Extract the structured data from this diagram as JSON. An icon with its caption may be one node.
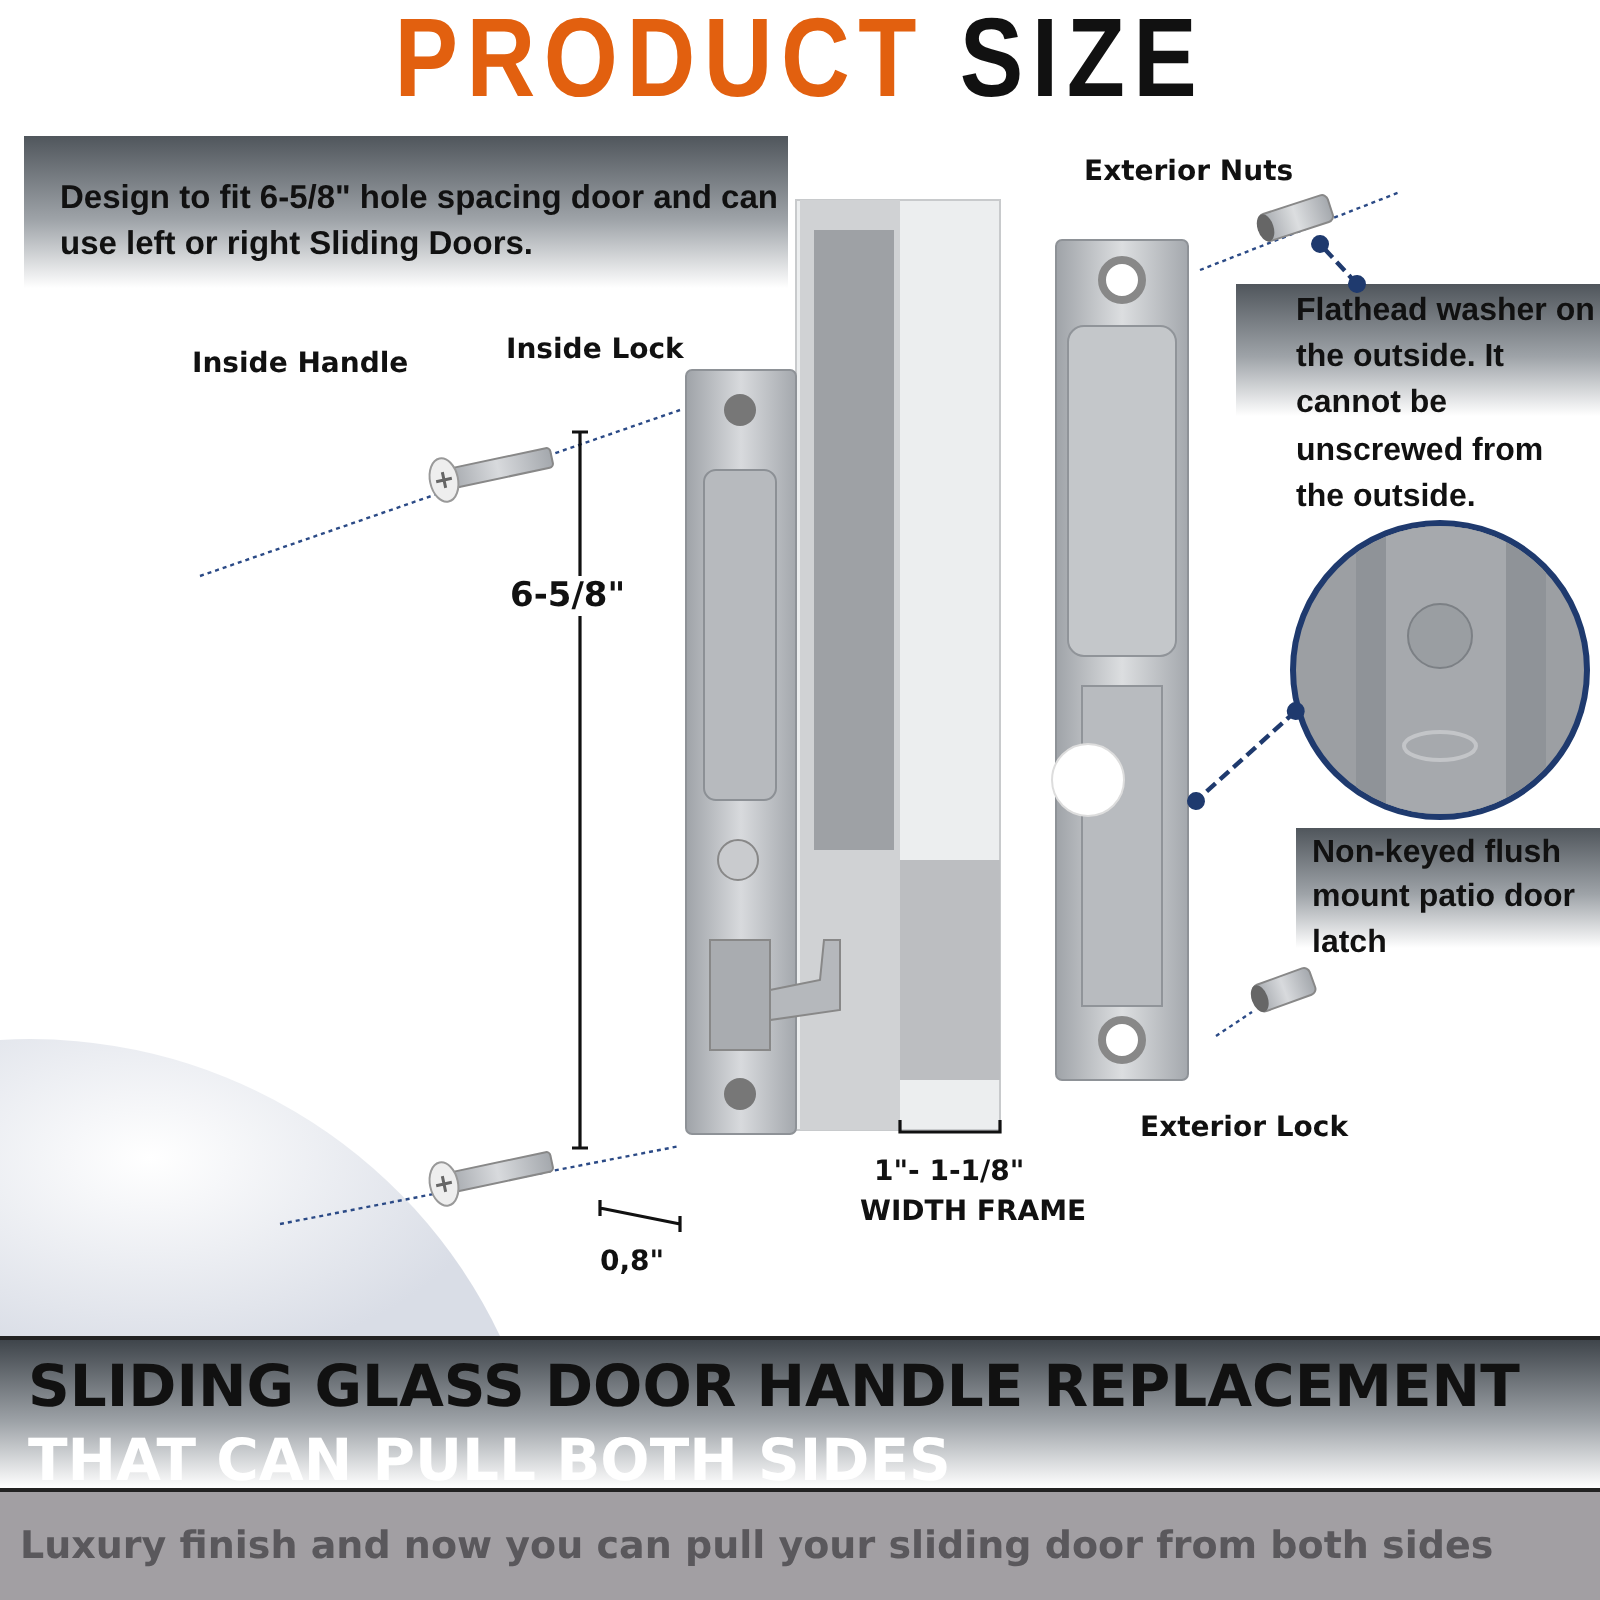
{
  "diagram": {
    "title": "PRODUCT SIZE",
    "nodes": [
      {
        "text": [
          "Design to fit 6-5/8\" hole spacing door and can use left or right Sliding Doors."
        ]
      },
      {
        "text": [
          "Flathead washer on the outside. It cannot be unscrewed from the outside."
        ]
      },
      {
        "text": [],
        "shape": "picture"
      },
      {
        "text": [],
        "shape": "circle"
      },
      {
        "text": [
          "Non-keyed flush mount patio door latch"
        ]
      },
      {
        "text": [],
        "shape": "picture"
      },
      {
        "text": [
          "SLIDING GLASS DOOR HANDLE REPLACEMENT",
          "THAT CAN PULL BOTH SIDES"
        ]
      },
      {
        "text": [
          "Luxury finish and now you can pull your sliding door from both sides"
        ]
      }
    ],
    "edges": [
      {
        "from": 1,
        "to": 2,
        "arrow": "other",
        "style": "dashed"
      },
      {
        "from": 3,
        "to": 5,
        "arrow": "other",
        "style": "dashed"
      }
    ],
    "labels": [
      "Exterior Nuts",
      "Inside Handle",
      "Inside Lock",
      "6-5/8\"",
      "0,8\"",
      "1\"- 1-1/8\"",
      "WIDTH FRAME",
      "Exterior Lock"
    ]
  }
}
